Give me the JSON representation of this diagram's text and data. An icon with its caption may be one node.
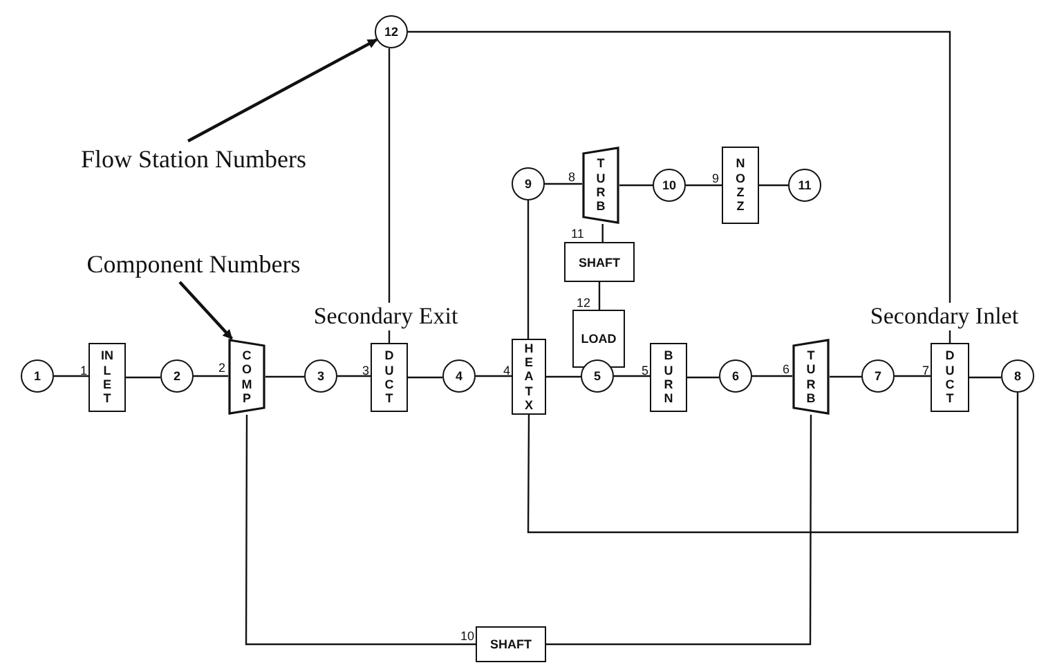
{
  "diagram": {
    "nodes": [
      {
        "text": [
          "12"
        ]
      },
      {
        "text": [
          "Flow Station Numbers"
        ]
      },
      {
        "text": [
          "9"
        ]
      },
      {
        "text": [
          "TURB"
        ],
        "beside": [
          "8"
        ]
      },
      {
        "text": [
          "10"
        ]
      },
      {
        "text": [
          "NOZZ"
        ],
        "beside": [
          "9"
        ]
      },
      {
        "text": [
          "11"
        ]
      },
      {
        "text": [
          "SHAFT"
        ],
        "beside": [
          "11"
        ]
      },
      {
        "text": [
          "Component Numbers"
        ]
      },
      {
        "text": [
          "LOAD"
        ],
        "beside": [
          "12"
        ]
      },
      {
        "text": [
          "1"
        ]
      },
      {
        "text": [
          "INLET"
        ],
        "beside": [
          "1"
        ]
      },
      {
        "text": [
          "2"
        ]
      },
      {
        "text": [
          "COMP"
        ],
        "beside": [
          "2"
        ]
      },
      {
        "text": [
          "3"
        ]
      },
      {
        "text": [
          "DUCT"
        ],
        "beside": [
          "3"
        ]
      },
      {
        "text": [
          "4"
        ]
      },
      {
        "text": [
          "HEATX"
        ],
        "beside": [
          "4"
        ]
      },
      {
        "text": [
          "5"
        ]
      },
      {
        "text": [
          "BURN"
        ],
        "beside": [
          "5"
        ]
      },
      {
        "text": [
          "6"
        ]
      },
      {
        "text": [
          "TURB"
        ],
        "beside": [
          "6"
        ]
      },
      {
        "text": [
          "7"
        ]
      },
      {
        "text": [
          "DUCT"
        ],
        "beside": [
          "7"
        ]
      },
      {
        "text": [
          "8"
        ]
      },
      {
        "text": [
          "SHAFT"
        ],
        "beside": [
          "10"
        ]
      }
    ],
    "edges": [
      {
        "from": 1,
        "to": 0,
        "arrow": "to"
      },
      {
        "from": 2,
        "to": 3,
        "arrow": "none"
      },
      {
        "from": 3,
        "to": 4,
        "arrow": "none"
      },
      {
        "from": 4,
        "to": 5,
        "arrow": "none"
      },
      {
        "from": 5,
        "to": 6,
        "arrow": "none"
      },
      {
        "from": 3,
        "to": 7,
        "arrow": "none"
      },
      {
        "from": 7,
        "to": 9,
        "arrow": "none"
      },
      {
        "from": 8,
        "to": 13,
        "arrow": "to"
      },
      {
        "from": 2,
        "to": 17,
        "arrow": "none"
      },
      {
        "from": 10,
        "to": 11,
        "arrow": "none"
      },
      {
        "from": 11,
        "to": 12,
        "arrow": "none"
      },
      {
        "from": 12,
        "to": 13,
        "arrow": "none"
      },
      {
        "from": 13,
        "to": 14,
        "arrow": "none"
      },
      {
        "from": 14,
        "to": 15,
        "arrow": "none"
      },
      {
        "from": 15,
        "to": 16,
        "arrow": "none"
      },
      {
        "from": 16,
        "to": 17,
        "arrow": "none"
      },
      {
        "from": 17,
        "to": 18,
        "arrow": "none"
      },
      {
        "from": 18,
        "to": 19,
        "arrow": "none"
      },
      {
        "from": 19,
        "to": 20,
        "arrow": "none"
      },
      {
        "from": 20,
        "to": 21,
        "arrow": "none"
      },
      {
        "from": 21,
        "to": 22,
        "arrow": "none"
      },
      {
        "from": 22,
        "to": 23,
        "arrow": "none"
      },
      {
        "from": 23,
        "to": 24,
        "arrow": "none"
      },
      {
        "from": 15,
        "to": 0,
        "label": "Secondary Exit",
        "arrow": "none"
      },
      {
        "from": 0,
        "to": 23,
        "label": "Secondary Inlet",
        "arrow": "none"
      },
      {
        "from": 17,
        "to": 24,
        "arrow": "none"
      },
      {
        "from": 13,
        "to": 25,
        "arrow": "none"
      },
      {
        "from": 25,
        "to": 21,
        "arrow": "none"
      }
    ]
  }
}
